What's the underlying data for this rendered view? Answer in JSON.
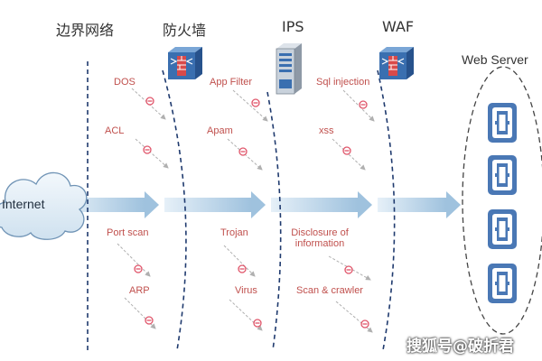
{
  "headers": {
    "boundary": "边界网络",
    "firewall": "防火墙",
    "ips": "IPS",
    "waf": "WAF",
    "web_server": "Web Server"
  },
  "internet_label": "Internet",
  "threats": {
    "dos": "DOS",
    "acl": "ACL",
    "port_scan": "Port scan",
    "arp": "ARP",
    "app_filter": "App Filter",
    "apam": "Apam",
    "trojan": "Trojan",
    "virus": "Virus",
    "sql_injection": "Sql injection",
    "xss": "xss",
    "disclosure_line1": "Disclosure of",
    "disclosure_line2": "information",
    "scan_crawler": "Scan & crawler"
  },
  "watermark": "搜狐号@破折君",
  "colors": {
    "threat_text": "#c0504d",
    "flow_arrow": "#a9c9e2",
    "device_blue": "#3a6fb0",
    "server_icon": "#4a78b5",
    "dashed_line": "#1f3a6e",
    "block_marker": "#e0556a"
  }
}
